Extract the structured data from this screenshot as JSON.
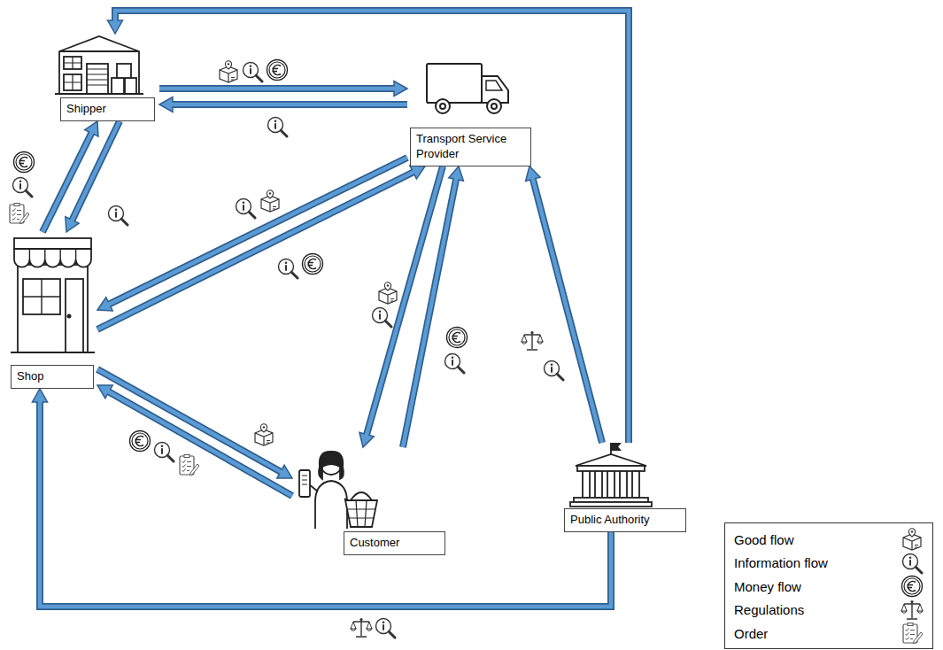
{
  "diagram": {
    "nodes": [
      {
        "text": [
          "Shipper"
        ]
      },
      {
        "text": [
          "Transport Service Provider"
        ]
      },
      {
        "text": [
          "Shop"
        ]
      },
      {
        "text": [
          "Customer"
        ]
      },
      {
        "text": [
          "Public Authority"
        ]
      }
    ],
    "edges": [
      {
        "from": 0,
        "to": 1,
        "arrow": "to"
      },
      {
        "from": 1,
        "to": 0,
        "arrow": "to"
      },
      {
        "from": 0,
        "to": 2,
        "arrow": "to"
      },
      {
        "from": 2,
        "to": 0,
        "arrow": "to"
      },
      {
        "from": 1,
        "to": 2,
        "arrow": "to"
      },
      {
        "from": 2,
        "to": 1,
        "arrow": "to"
      },
      {
        "from": 1,
        "to": 3,
        "arrow": "to"
      },
      {
        "from": 3,
        "to": 1,
        "arrow": "to"
      },
      {
        "from": 2,
        "to": 3,
        "arrow": "to"
      },
      {
        "from": 3,
        "to": 2,
        "arrow": "to"
      },
      {
        "from": 4,
        "to": 1,
        "arrow": "to"
      },
      {
        "from": 4,
        "to": 0,
        "arrow": "to"
      },
      {
        "from": 4,
        "to": 2,
        "arrow": "to"
      }
    ],
    "legend": [
      {
        "text": "Good flow"
      },
      {
        "text": "Information flow"
      },
      {
        "text": "Money flow"
      },
      {
        "text": "Regulations"
      },
      {
        "text": "Order"
      }
    ]
  }
}
